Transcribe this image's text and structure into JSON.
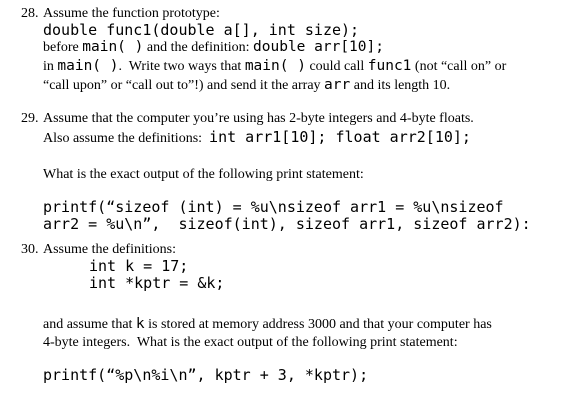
{
  "q28": {
    "number": "28.",
    "line1": "Assume the function prototype:",
    "proto": "double func1(double a[], int size);",
    "l3a": "before ",
    "l3b": "main( )",
    "l3c": " and the definition: ",
    "l3d": "double arr[10];",
    "l4a": "in ",
    "l4b": "main( )",
    "l4c": ".  Write two ways that ",
    "l4d": "main( )",
    "l4e": " could call ",
    "l4f": "func1",
    "l4g": " (not “call on” or",
    "l5a": "“call upon” or “call out to”!) and send it the array ",
    "l5b": "arr",
    "l5c": " and its length 10."
  },
  "q29": {
    "number": "29.",
    "line1": "Assume that the computer you’re using has 2-byte integers and 4-byte floats.",
    "l2a": "Also assume the definitions:  ",
    "l2b": "int arr1[10]; float arr2[10];",
    "line3": "What is the exact output of the following print statement:",
    "code1": "printf(“sizeof (int) = %u\\nsizeof arr1 = %u\\nsizeof",
    "code2": "arr2 = %u\\n”,  sizeof(int), sizeof arr1, sizeof arr2):"
  },
  "q30": {
    "number": "30.",
    "line1": "Assume the definitions:",
    "code1": "int k = 17;",
    "code2": "int *kptr = &k;",
    "l3a": "and assume that ",
    "l3b": "k",
    "l3c": " is stored at memory address 3000 and that your computer has",
    "line4": "4-byte integers.  What is the exact output of the following print statement:",
    "code3": "printf(“%p\\n%i\\n”, kptr + 3, *kptr);"
  }
}
